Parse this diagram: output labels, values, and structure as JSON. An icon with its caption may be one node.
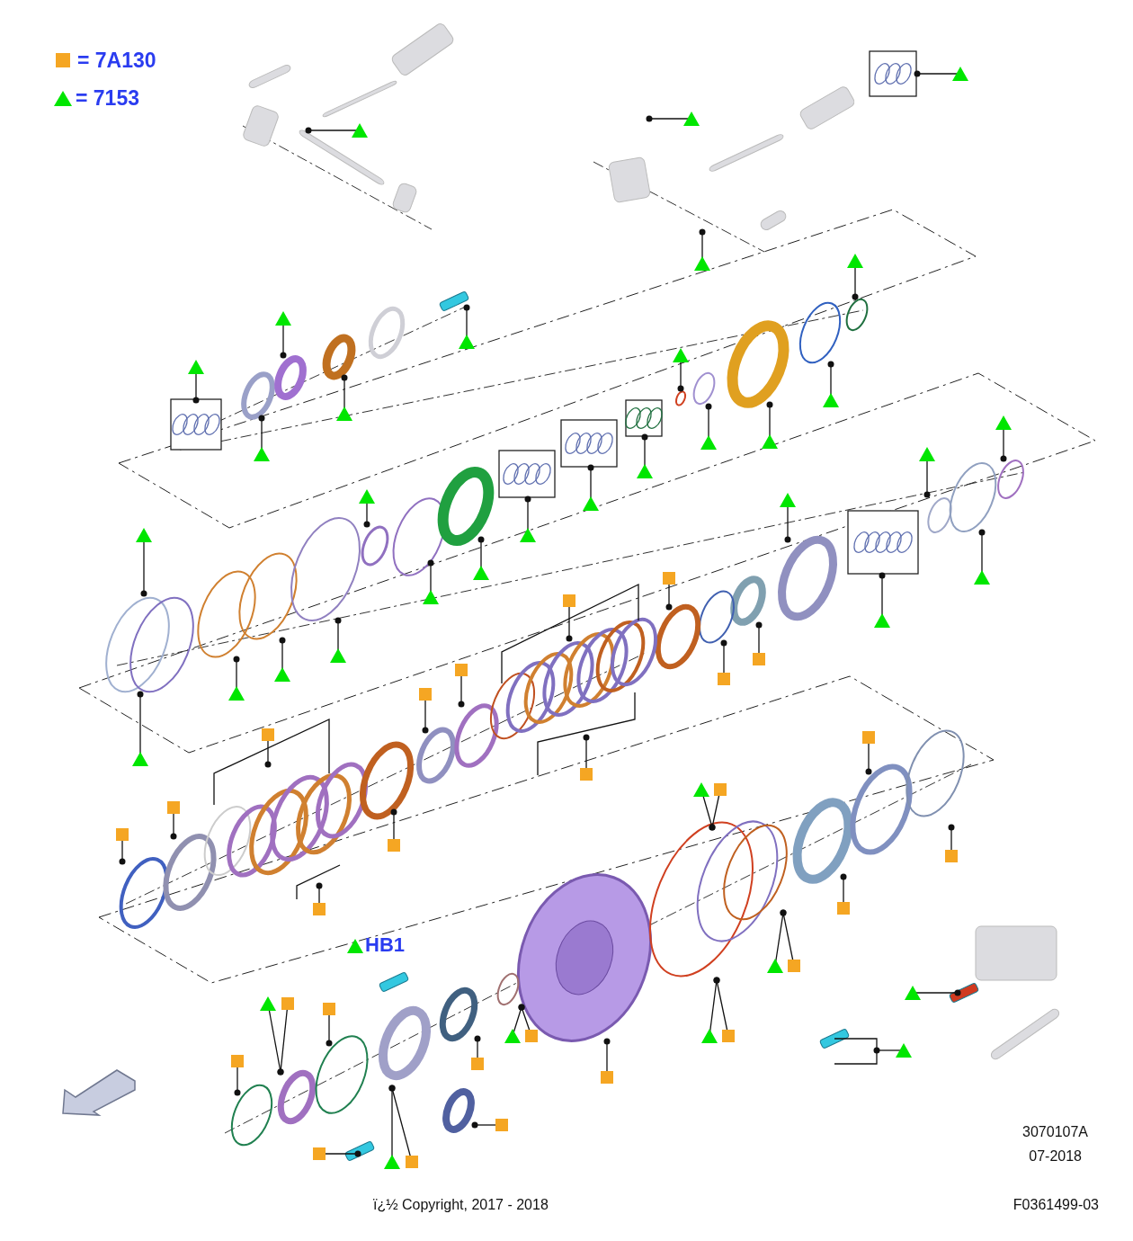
{
  "diagram": {
    "labels": [
      "HB1",
      "3070107A",
      "07-2018",
      "F0361499-03",
      "ï¿½ Copyright, 2017 - 2018"
    ],
    "legend": [
      {
        "text": "= 7A130",
        "color": "#f5a623"
      },
      {
        "text": "= 7153",
        "color": "#00e600"
      }
    ]
  }
}
